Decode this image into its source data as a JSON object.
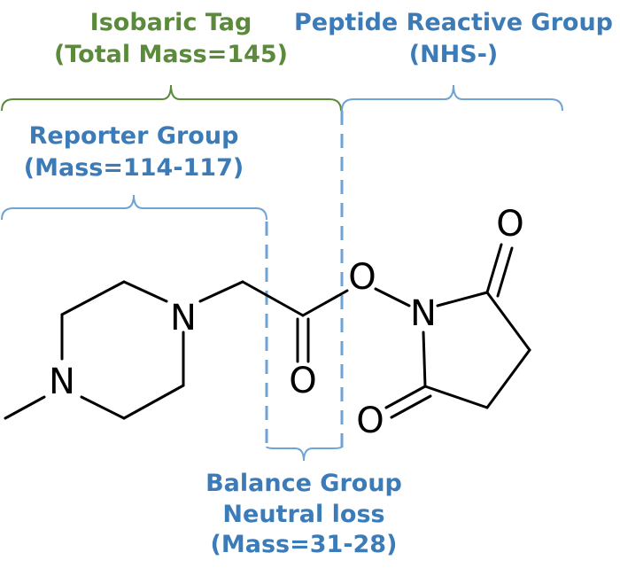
{
  "colors": {
    "green": "#5a8a3a",
    "blue": "#3a7bb8",
    "bond": "#000000"
  },
  "labels": {
    "isobaric_tag": {
      "line1": "Isobaric Tag",
      "line2": "(Total Mass=145)"
    },
    "peptide_reactive": {
      "line1": "Peptide Reactive Group",
      "line2": "(NHS-)"
    },
    "reporter": {
      "line1": "Reporter Group",
      "line2": "(Mass=114-117)"
    },
    "balance": {
      "line1": "Balance Group",
      "line2": "Neutral loss",
      "line3": "(Mass=31-28)"
    }
  },
  "atoms": {
    "n_piperazine_top": "N",
    "n_piperazine_bottom": "N",
    "o_carbonyl": "O",
    "o_ester": "O",
    "n_imide": "N",
    "o_imide_top": "O",
    "o_imide_bottom": "O"
  }
}
